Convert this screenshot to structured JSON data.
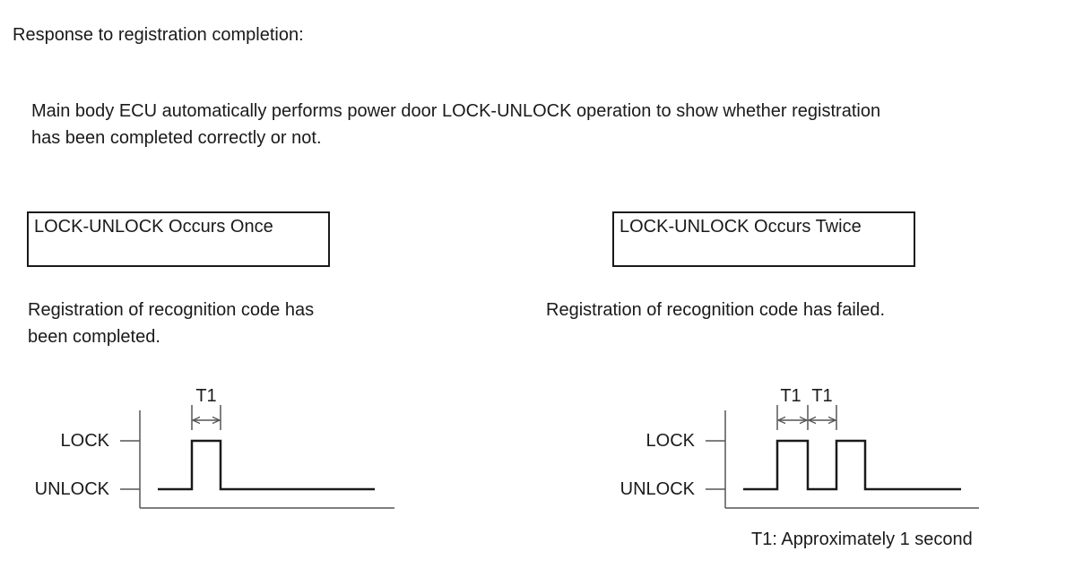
{
  "heading": "Response to registration completion:",
  "intro": {
    "line1": "Main body ECU automatically performs power door LOCK-UNLOCK operation to show whether registration",
    "line2": "has been completed correctly or not."
  },
  "cases": [
    {
      "box_label": "LOCK-UNLOCK Occurs Once",
      "description_line1": "Registration of recognition code has",
      "description_line2": "been completed.",
      "pulses": 1
    },
    {
      "box_label": "LOCK-UNLOCK Occurs Twice",
      "description_line1": "Registration of recognition code has failed.",
      "description_line2": "",
      "pulses": 2
    }
  ],
  "signal_levels": {
    "high": "LOCK",
    "low": "UNLOCK"
  },
  "interval_label": "T1",
  "note": "T1: Approximately 1 second"
}
